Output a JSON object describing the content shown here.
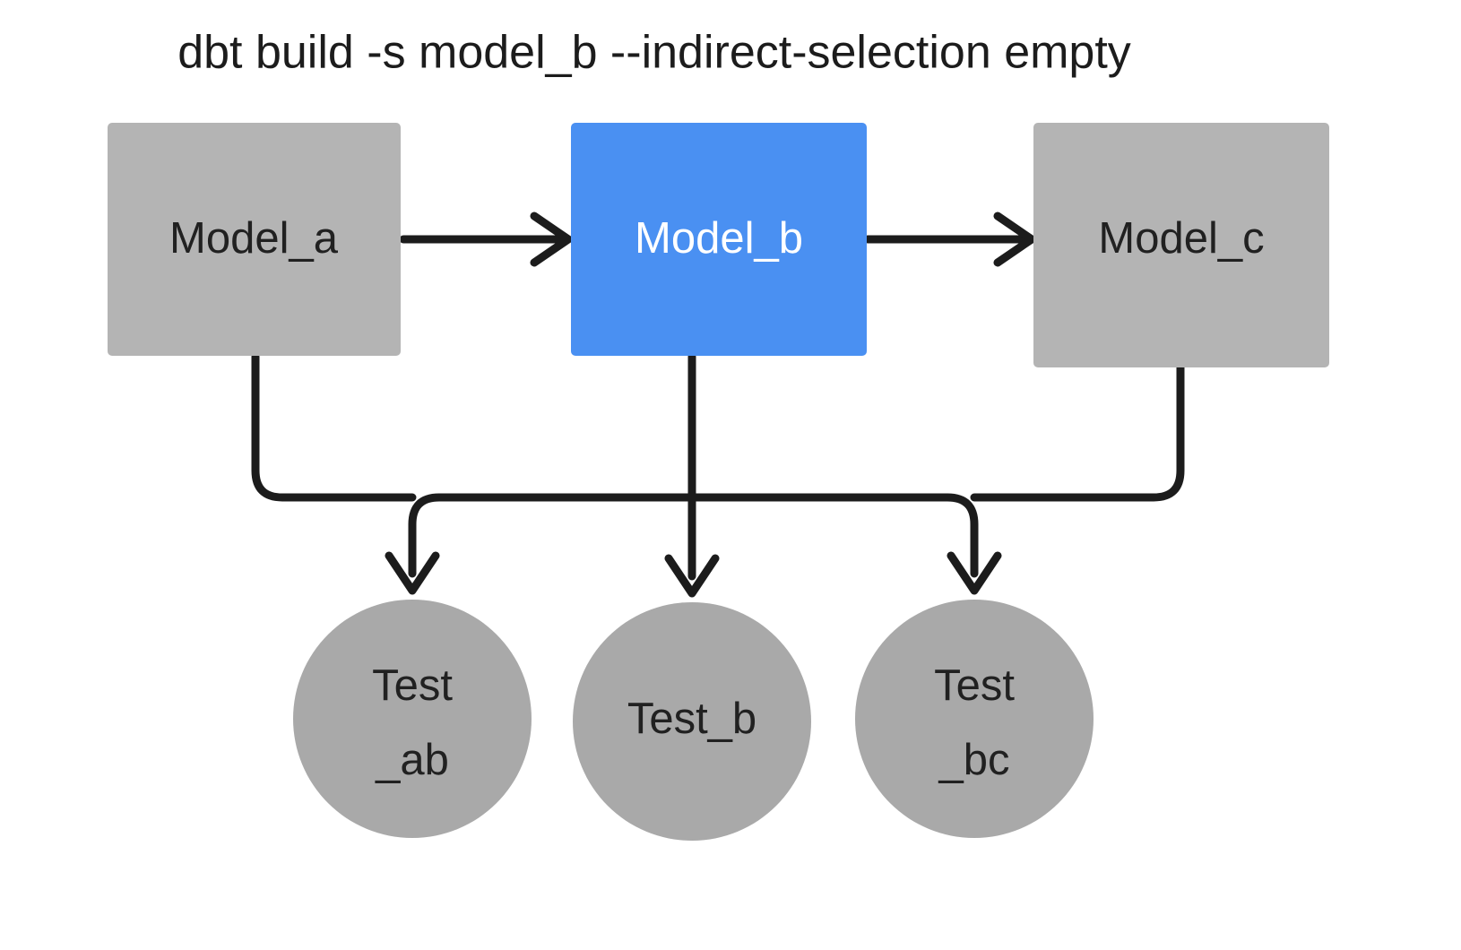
{
  "title": "dbt build -s model_b --indirect-selection empty",
  "colors": {
    "background": "#ffffff",
    "node_gray": "#b4b4b4",
    "node_selected_blue": "#4a90f2",
    "edge_black": "#1c1c1c",
    "label_dark": "#212121",
    "label_light": "#ffffff"
  },
  "nodes": {
    "models": [
      {
        "id": "model_a",
        "label": "Model_a",
        "shape": "rectangle",
        "state": "unselected",
        "fill": "#b4b4b4",
        "text_color": "#212121"
      },
      {
        "id": "model_b",
        "label": "Model_b",
        "shape": "rectangle",
        "state": "selected",
        "fill": "#4a90f2",
        "text_color": "#ffffff"
      },
      {
        "id": "model_c",
        "label": "Model_c",
        "shape": "rectangle",
        "state": "unselected",
        "fill": "#b4b4b4",
        "text_color": "#212121"
      }
    ],
    "tests": [
      {
        "id": "test_ab",
        "label_line1": "Test",
        "label_line2": "_ab",
        "shape": "circle",
        "state": "unselected",
        "fill": "#b4b4b4",
        "text_color": "#212121"
      },
      {
        "id": "test_b",
        "label_line1": "Test_b",
        "label_line2": "",
        "shape": "circle",
        "state": "unselected",
        "fill": "#b4b4b4",
        "text_color": "#212121"
      },
      {
        "id": "test_bc",
        "label_line1": "Test",
        "label_line2": "_bc",
        "shape": "circle",
        "state": "unselected",
        "fill": "#b4b4b4",
        "text_color": "#212121"
      }
    ]
  },
  "edges": [
    {
      "id": "edge-model-a-to-model-b",
      "from": "model_a",
      "to": "model_b",
      "style": "straight-arrow"
    },
    {
      "id": "edge-model-b-to-model-c",
      "from": "model_b",
      "to": "model_c",
      "style": "straight-arrow"
    },
    {
      "id": "edge-model-a-to-test-ab",
      "from": "model_a",
      "to": "test_ab",
      "style": "elbow-arrow"
    },
    {
      "id": "edge-model-b-to-test-ab",
      "from": "model_b",
      "to": "test_ab",
      "style": "elbow-arrow"
    },
    {
      "id": "edge-model-b-to-test-b",
      "from": "model_b",
      "to": "test_b",
      "style": "straight-arrow"
    },
    {
      "id": "edge-model-b-to-test-bc",
      "from": "model_b",
      "to": "test_bc",
      "style": "elbow-arrow"
    },
    {
      "id": "edge-model-c-to-test-bc",
      "from": "model_c",
      "to": "test_bc",
      "style": "elbow-arrow"
    }
  ]
}
